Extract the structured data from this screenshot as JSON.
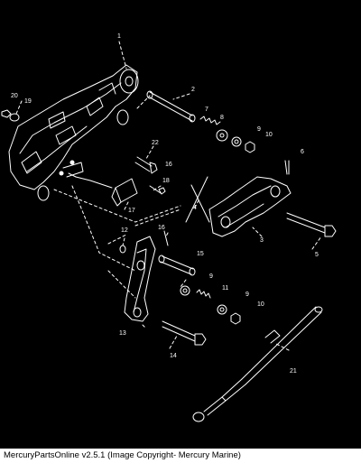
{
  "diagram": {
    "callouts": [
      "1",
      "2",
      "3",
      "4",
      "5",
      "6",
      "7",
      "8",
      "9",
      "10",
      "11",
      "12",
      "13",
      "14",
      "15",
      "16",
      "17",
      "18",
      "19",
      "20",
      "21",
      "22"
    ],
    "colors": {
      "background": "#000000",
      "line": "#ffffff",
      "footer_bg": "#ffffff",
      "footer_text": "#000000"
    }
  },
  "footer": {
    "caption": "MercuryPartsOnline v2.5.1 (Image Copyright- Mercury Marine)"
  }
}
